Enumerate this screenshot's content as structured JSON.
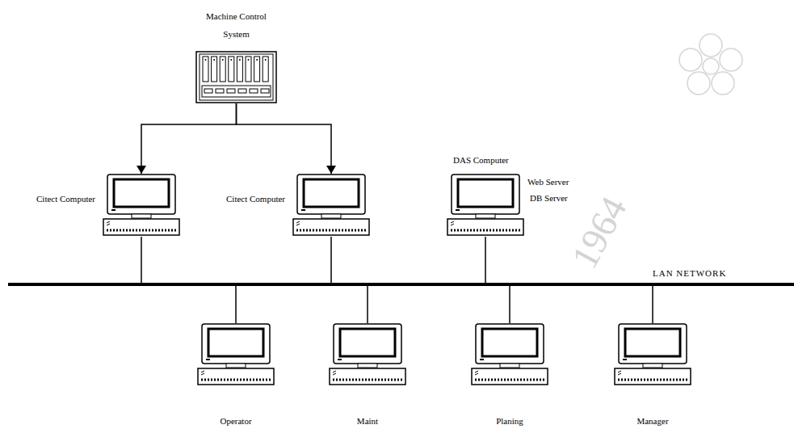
{
  "diagram": {
    "nodes": [
      {
        "text": [
          "Machine Control System"
        ]
      },
      {
        "text": [
          "Citect Computer"
        ]
      },
      {
        "text": [
          "Citect Computer"
        ]
      },
      {
        "text": [
          "DAS Computer",
          "Web Server",
          "DB Server"
        ]
      },
      {
        "text": [
          "LAN NETWORK"
        ]
      },
      {
        "text": [
          "Operator"
        ]
      },
      {
        "text": [
          "Maint"
        ]
      },
      {
        "text": [
          "Planing"
        ]
      },
      {
        "text": [
          "Manager"
        ]
      }
    ],
    "edges": [
      {
        "from": 0,
        "to": 1,
        "arrow": "to"
      },
      {
        "from": 0,
        "to": 2,
        "arrow": "to"
      },
      {
        "from": 1,
        "to": 4,
        "arrow": "none"
      },
      {
        "from": 2,
        "to": 4,
        "arrow": "none"
      },
      {
        "from": 3,
        "to": 4,
        "arrow": "none"
      },
      {
        "from": 4,
        "to": 5,
        "arrow": "none"
      },
      {
        "from": 4,
        "to": 6,
        "arrow": "none"
      },
      {
        "from": 4,
        "to": 7,
        "arrow": "none"
      },
      {
        "from": 4,
        "to": 8,
        "arrow": "none"
      }
    ],
    "labels": [
      "1964"
    ]
  }
}
